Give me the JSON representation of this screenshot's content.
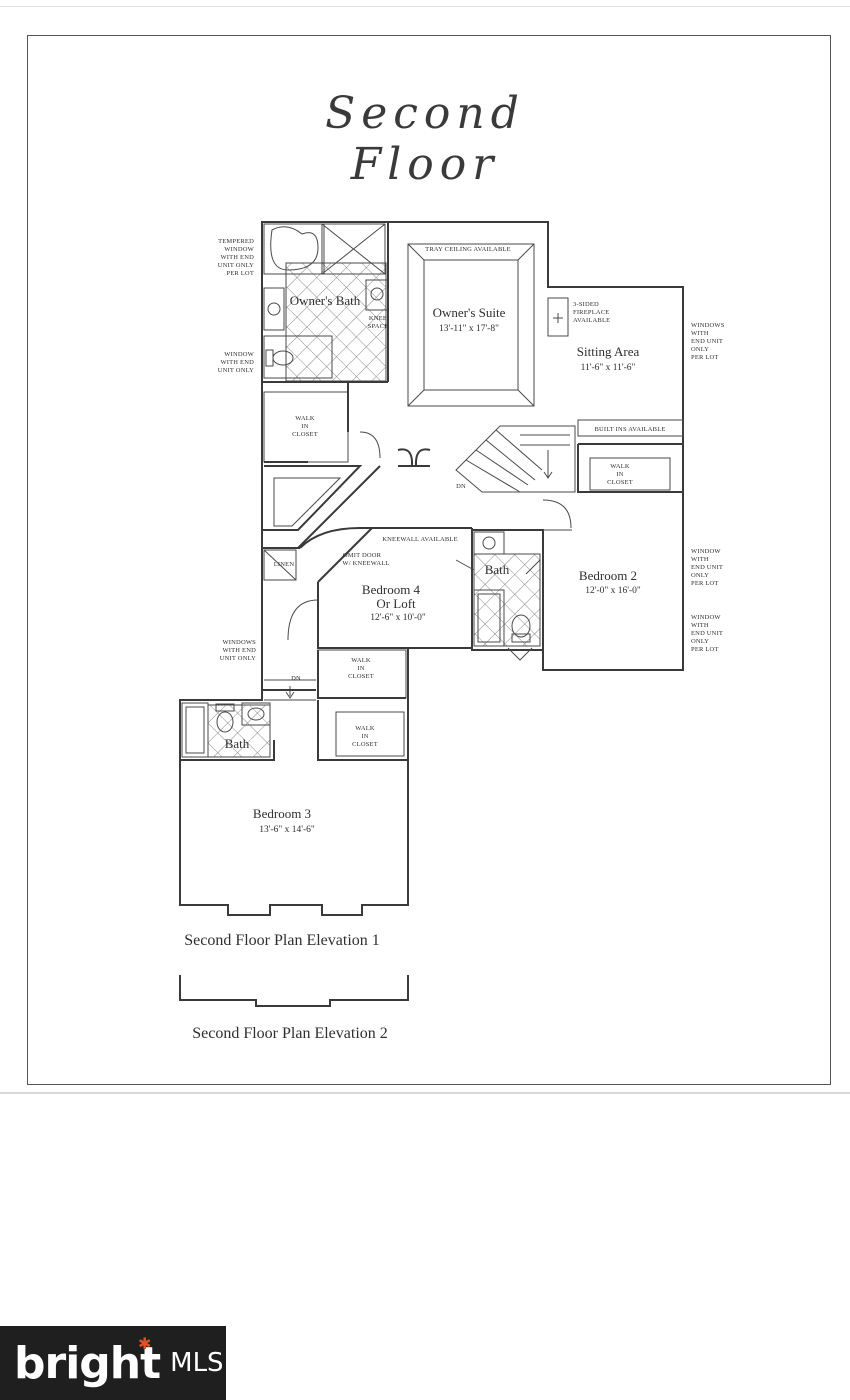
{
  "title": "Second Floor",
  "rooms": {
    "owners_suite": {
      "name": "Owner's Suite",
      "dims": "13'-11\" x 17'-8\""
    },
    "sitting_area": {
      "name": "Sitting Area",
      "dims": "11'-6\" x 11'-6\""
    },
    "owners_bath": {
      "name": "Owner's Bath"
    },
    "bedroom2": {
      "name": "Bedroom 2",
      "dims": "12'-0\" x 16'-0\""
    },
    "bedroom3": {
      "name": "Bedroom 3",
      "dims": "13'-6\" x 14'-6\""
    },
    "bedroom4": {
      "name_line1": "Bedroom 4",
      "name_line2": "Or Loft",
      "dims": "12'-6\" x 10'-0\""
    },
    "bath_center": {
      "name": "Bath"
    },
    "bath_lower": {
      "name": "Bath"
    }
  },
  "notes": {
    "tray_ceiling": "TRAY CEILING AVAILABLE",
    "fireplace": [
      "3-SIDED",
      "FIREPLACE",
      "AVAILABLE"
    ],
    "built_ins": "BUILT INS AVAILABLE",
    "kneewall": "KNEEWALL AVAILABLE",
    "omit_door": [
      "OMIT DOOR",
      "W/ KNEEWALL"
    ],
    "knee_space": [
      "KNEE",
      "SPACE"
    ],
    "linen": "LINEN",
    "dn": "DN",
    "walk_in_closet": [
      "WALK",
      "IN",
      "CLOSET"
    ],
    "tempered_window": [
      "TEMPERED",
      "WINDOW",
      "WITH END",
      "UNIT ONLY",
      "PER LOT"
    ],
    "window_end_unit": [
      "WINDOW",
      "WITH END",
      "UNIT ONLY"
    ],
    "windows_end_unit_left": [
      "WINDOWS",
      "WITH END",
      "UNIT ONLY"
    ],
    "windows_right_top": [
      "WINDOWS",
      "WITH",
      "END UNIT",
      "ONLY",
      "PER LOT"
    ],
    "window_right_mid": [
      "WINDOW",
      "WITH",
      "END UNIT",
      "ONLY",
      "PER LOT"
    ],
    "window_right_low": [
      "WINDOW",
      "WITH",
      "END UNIT",
      "ONLY",
      "PER LOT"
    ]
  },
  "captions": {
    "elevation1": "Second Floor Plan Elevation 1",
    "elevation2": "Second Floor Plan Elevation 2"
  },
  "logo": {
    "word": "bright",
    "suffix": "MLS"
  }
}
